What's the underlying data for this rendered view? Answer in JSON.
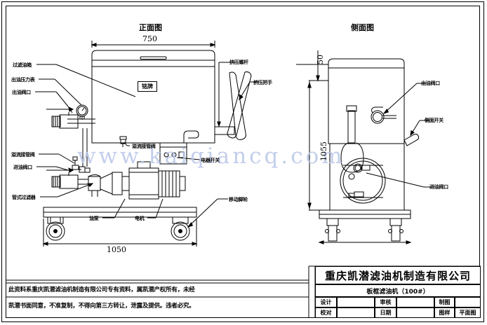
{
  "drawing": {
    "views": {
      "front": {
        "title": "正面图"
      },
      "side": {
        "title": "侧面图"
      }
    },
    "dimensions": {
      "front_width": "750",
      "front_overall_width": "1050",
      "side_top": "50",
      "side_height": "1055"
    },
    "nameplate": "铭牌",
    "watermark": "www.kaiqiancq.com",
    "callouts_front_left": [
      {
        "text": "过滤油箱"
      },
      {
        "text": "出油压力表"
      },
      {
        "text": "出油阀口"
      },
      {
        "text": "溢流接管阀"
      },
      {
        "text": "进油阀口"
      },
      {
        "text": "管式过滤器"
      }
    ],
    "callouts_front_center": [
      {
        "text": "溢流接管阀"
      },
      {
        "text": "油泵"
      },
      {
        "text": "电机"
      }
    ],
    "callouts_front_right": [
      {
        "text": "挤压螺杆"
      },
      {
        "text": "挤压把手"
      },
      {
        "text": "电器开关"
      },
      {
        "text": "移动脚轮"
      }
    ],
    "callouts_side": [
      {
        "text": "出油阀口"
      },
      {
        "text": "侧面开关"
      },
      {
        "text": "进油阀口"
      }
    ]
  },
  "title_block": {
    "company": "重庆凯潜滤油机制造有限公司",
    "product": "板框滤油机（100#）",
    "fields": {
      "design_label": "设计",
      "design_value": "",
      "review_label": "审核",
      "review_value": "",
      "draw_label": "制图",
      "draw_value": "",
      "check_label": "校对",
      "check_value": "",
      "date_label": "日期",
      "date_value": "",
      "sample_label": "图样",
      "sample_value": "平面图"
    }
  },
  "disclaimer": {
    "line1": "此资料系重庆凯潜滤油机制造有限公司专有资料，属凯潜产权所有，未经",
    "line2": "凯潜书面同意，不准复制，不得向第三方转让，泄露及提供。违者必究。"
  }
}
